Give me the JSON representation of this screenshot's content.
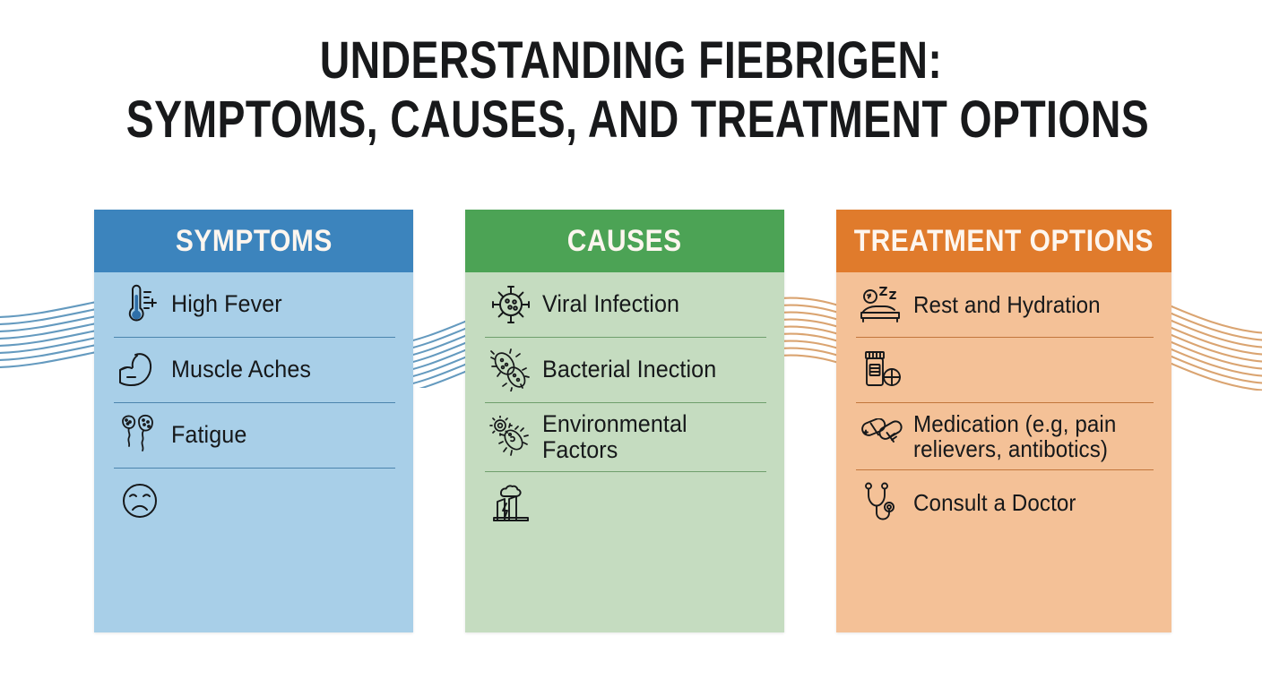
{
  "title": {
    "line1": "UNDERSTANDING FIEBRIGEN:",
    "line2": "SYMPTOMS, CAUSES, AND TREATMENT OPTIONS"
  },
  "colors": {
    "symptoms_header": "#3c84bd",
    "symptoms_body": "#a8cfe8",
    "symptoms_divider": "#4b85ad",
    "causes_header": "#4ca355",
    "causes_body": "#c5dcc0",
    "causes_divider": "#6f9f6c",
    "treatment_header": "#e07b2c",
    "treatment_body": "#f4c197",
    "treatment_divider": "#c2763c",
    "title_text": "#18191b",
    "header_text": "#fdf6ef",
    "wave_blue": "#5c95bc",
    "wave_tan": "#d9a06a"
  },
  "columns": [
    {
      "id": "symptoms",
      "header": "SYMPTOMS",
      "items": [
        {
          "label": "High Fever",
          "icon": "thermometer-icon"
        },
        {
          "label": "Muscle Aches",
          "icon": "flexed-bicep-icon"
        },
        {
          "label": "Fatigue",
          "icon": "germ-cells-icon"
        },
        {
          "label": "",
          "icon": "sad-face-icon"
        }
      ]
    },
    {
      "id": "causes",
      "header": "CAUSES",
      "items": [
        {
          "label": "Viral Infection",
          "icon": "virus-icon"
        },
        {
          "label": "Bacterial Inection",
          "icon": "bacteria-icon"
        },
        {
          "label": "Environmental Factors",
          "icon": "microbe-icon"
        },
        {
          "label": "",
          "icon": "factory-icon"
        }
      ]
    },
    {
      "id": "treatment",
      "header": "TREATMENT OPTIONS",
      "items": [
        {
          "label": "Rest and Hydration",
          "icon": "sleeping-bed-icon"
        },
        {
          "label": "",
          "icon": "pill-bottle-icon"
        },
        {
          "label": "Medication (e.g, pain relievers, antibotics)",
          "icon": "capsules-icon"
        },
        {
          "label": "Consult a Doctor",
          "icon": "stethoscope-icon"
        }
      ]
    }
  ],
  "decorations": [
    {
      "name": "wave-left",
      "color": "#5c95bc",
      "strands": 8
    },
    {
      "name": "wave-mid-1",
      "color": "#5c95bc",
      "strands": 8
    },
    {
      "name": "wave-mid-2",
      "color": "#d9a06a",
      "strands": 9
    },
    {
      "name": "wave-right",
      "color": "#d9a06a",
      "strands": 9
    }
  ]
}
